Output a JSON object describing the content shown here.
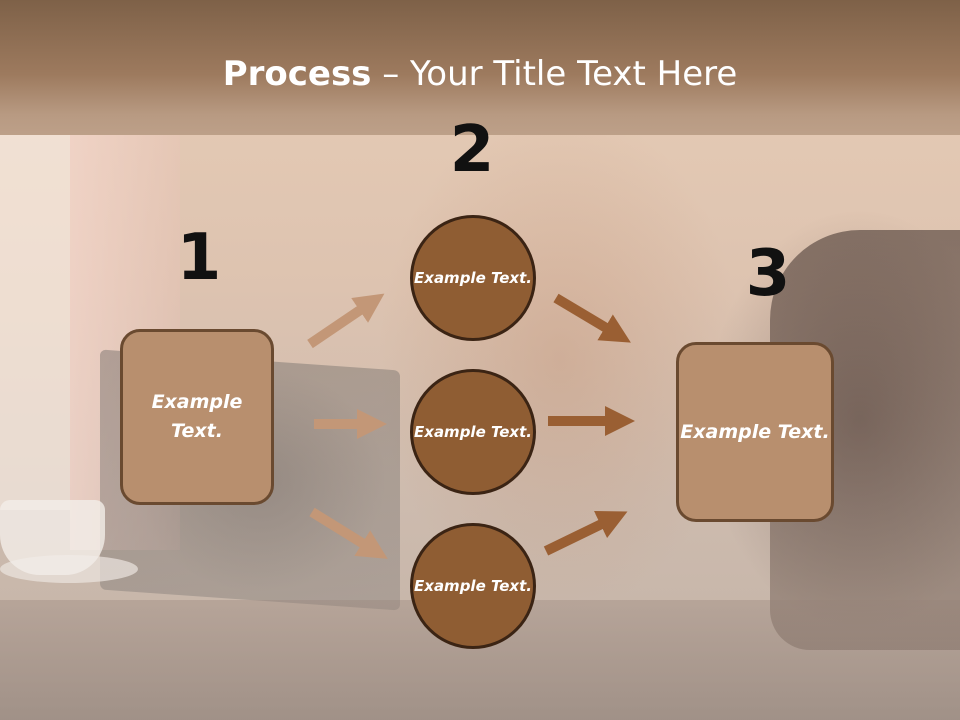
{
  "title": {
    "bold": "Process",
    "rest": " – Your Title Text Here"
  },
  "steps": [
    {
      "number": "1",
      "text": "Example Text."
    },
    {
      "number": "2",
      "items": [
        "Example Text.",
        "Example Text.",
        "Example Text."
      ]
    },
    {
      "number": "3",
      "text": "Example Text."
    }
  ],
  "colors": {
    "box_fill": "#b88f6e",
    "box_border": "#6a4a30",
    "circle_fill": "#8f5d33",
    "circle_border": "#3b2414",
    "arrow_light": "#c39777",
    "arrow_dark": "#9a5f33",
    "title_bar": "#9d7a5e"
  }
}
